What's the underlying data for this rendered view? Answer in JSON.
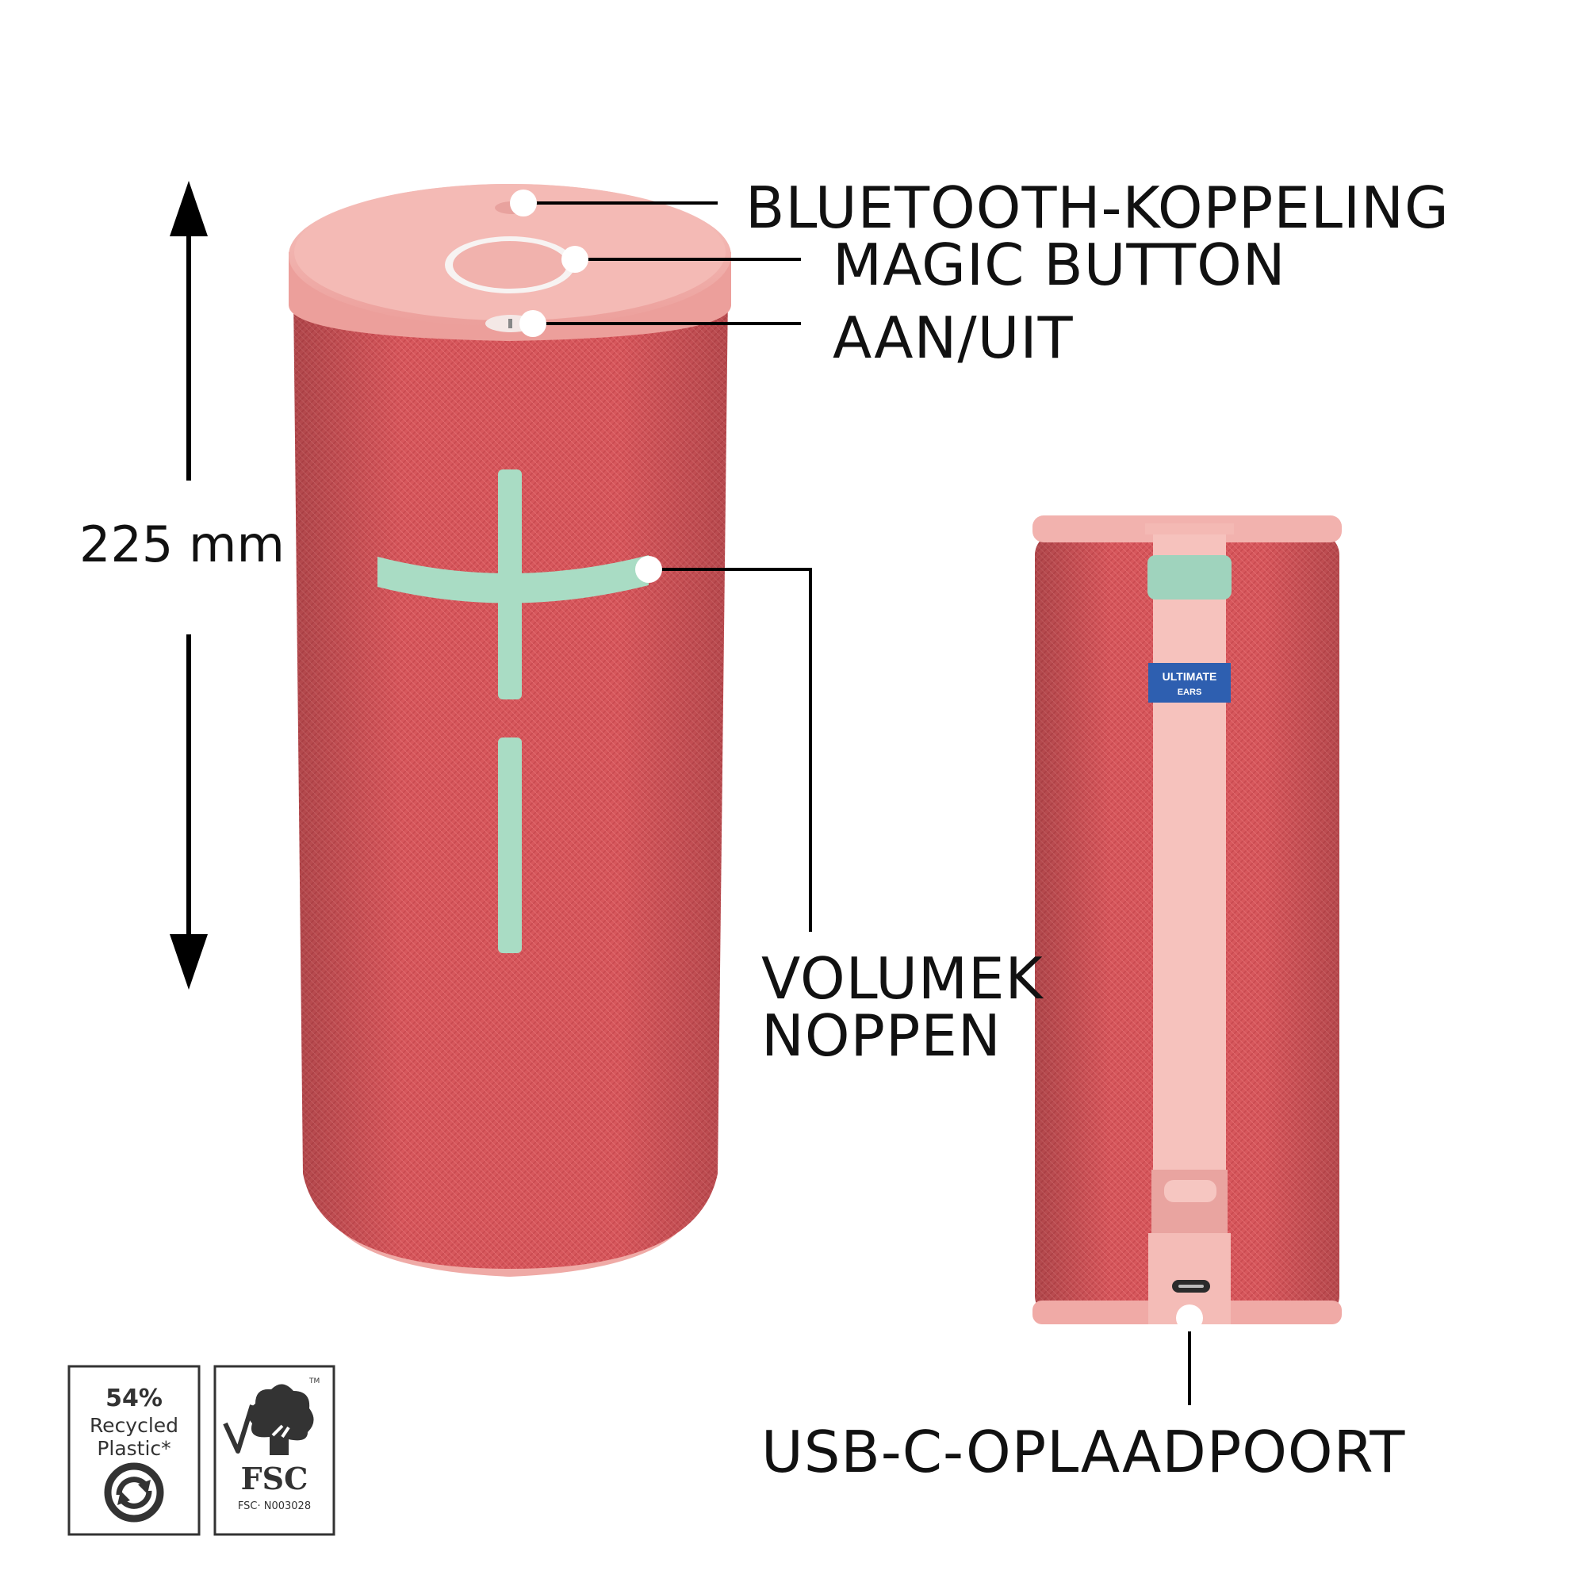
{
  "labels": {
    "bluetooth": "BLUETOOTH-KOPPELING",
    "magic": "MAGIC BUTTON",
    "power": "AAN/UIT",
    "volume_line1": "VOLUMEK",
    "volume_line2": "NOPPEN",
    "usb": "USB-C-OPLAADPOORT",
    "height": "225 mm"
  },
  "brand": {
    "line1": "ULTIMATE",
    "line2": "EARS"
  },
  "badges": {
    "recycled_percent": "54%",
    "recycled_line1": "Recycled",
    "recycled_line2": "Plastic*",
    "fsc": "FSC",
    "fsc_code": "FSC· N003028",
    "tm": "TM"
  },
  "colors": {
    "fabric": "#d7575c",
    "cap": "#f2b2ae",
    "cross": "#a9dcc4",
    "brand_blue": "#2e5fb0"
  },
  "icons": [
    "arrow-up-icon",
    "arrow-down-icon",
    "recycle-icon",
    "fsc-tree-icon",
    "usb-c-port-icon"
  ]
}
